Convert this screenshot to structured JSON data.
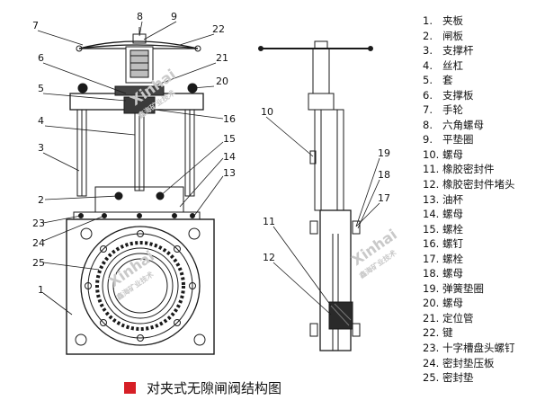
{
  "callouts": [
    "8",
    "9",
    "7",
    "22",
    "6",
    "21",
    "5",
    "20",
    "4",
    "16",
    "3",
    "15",
    "14",
    "13",
    "2",
    "23",
    "24",
    "25",
    "1",
    "10",
    "19",
    "18",
    "17",
    "11",
    "12"
  ],
  "legend": [
    {
      "num": "1.",
      "text": "夹板"
    },
    {
      "num": "2.",
      "text": "闸板"
    },
    {
      "num": "3.",
      "text": "支撑杆"
    },
    {
      "num": "4.",
      "text": "丝杠"
    },
    {
      "num": "5.",
      "text": "套"
    },
    {
      "num": "6.",
      "text": "支撑板"
    },
    {
      "num": "7.",
      "text": "手轮"
    },
    {
      "num": "8.",
      "text": "六角螺母"
    },
    {
      "num": "9.",
      "text": "平垫圈"
    },
    {
      "num": "10.",
      "text": "螺母"
    },
    {
      "num": "11.",
      "text": "橡胶密封件"
    },
    {
      "num": "12.",
      "text": "橡胶密封件堵头"
    },
    {
      "num": "13.",
      "text": "油杯"
    },
    {
      "num": "14.",
      "text": "螺母"
    },
    {
      "num": "15.",
      "text": "螺栓"
    },
    {
      "num": "16.",
      "text": "螺钉"
    },
    {
      "num": "17.",
      "text": "螺栓"
    },
    {
      "num": "18.",
      "text": "螺母"
    },
    {
      "num": "19.",
      "text": "弹簧垫圈"
    },
    {
      "num": "20.",
      "text": "螺母"
    },
    {
      "num": "21.",
      "text": "定位管"
    },
    {
      "num": "22.",
      "text": "键"
    },
    {
      "num": "23.",
      "text": "十字槽盘头螺钉"
    },
    {
      "num": "24.",
      "text": "密封垫压板"
    },
    {
      "num": "25.",
      "text": "密封垫"
    }
  ],
  "caption": "对夹式无隙闸阀结构图",
  "watermark": {
    "brand": "Xinhai",
    "subtitle": "鑫海矿业技术"
  },
  "colors": {
    "line": "#1a1a1a",
    "caption_marker": "#d61f26",
    "watermark": "#c9c9c9"
  }
}
